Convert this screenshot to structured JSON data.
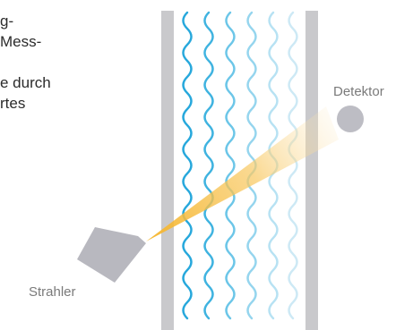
{
  "text_fragment": {
    "lines": [
      "g-",
      "Mess-",
      "",
      "e durch",
      "rtes"
    ]
  },
  "labels": {
    "detector": "Detektor",
    "emitter": "Strahler"
  },
  "colors": {
    "wall": "#c9c9cc",
    "beam": "#f5b429",
    "source": "#b8b8bf",
    "detector": "#bdbdc4",
    "waves": [
      "#27a8dc",
      "#3fb3e0",
      "#6cc6e8",
      "#95d5ee",
      "#b7e2f3",
      "#cde9f5"
    ]
  }
}
